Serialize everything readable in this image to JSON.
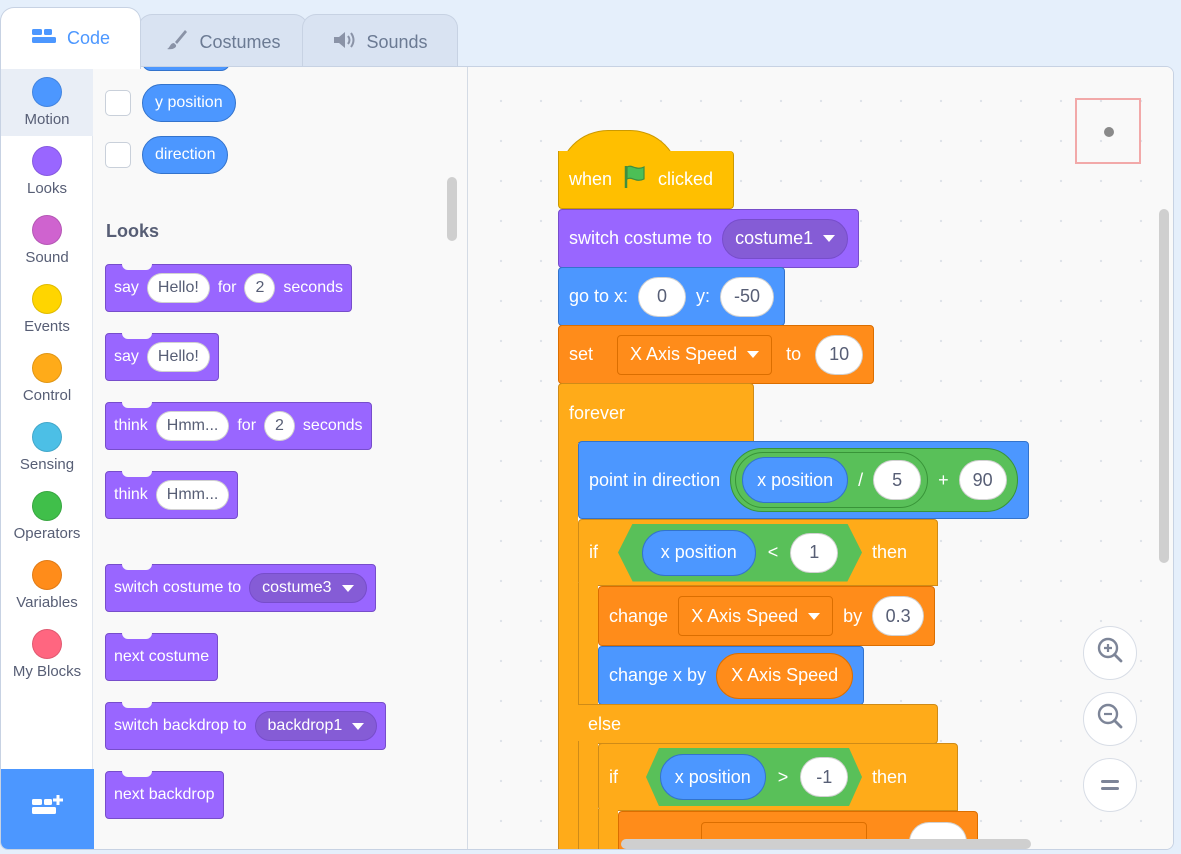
{
  "tabs": [
    {
      "label": "Code",
      "icon": "code-icon"
    },
    {
      "label": "Costumes",
      "icon": "brush-icon"
    },
    {
      "label": "Sounds",
      "icon": "speaker-icon"
    }
  ],
  "categories": [
    {
      "label": "Motion",
      "color": "#4c97ff"
    },
    {
      "label": "Looks",
      "color": "#9966ff"
    },
    {
      "label": "Sound",
      "color": "#cf63cf"
    },
    {
      "label": "Events",
      "color": "#ffd500"
    },
    {
      "label": "Control",
      "color": "#ffab19"
    },
    {
      "label": "Sensing",
      "color": "#4cbfe6"
    },
    {
      "label": "Operators",
      "color": "#40bf4a"
    },
    {
      "label": "Variables",
      "color": "#ff8c1a"
    },
    {
      "label": "My Blocks",
      "color": "#ff6680"
    }
  ],
  "palette": {
    "motion_reporters": [
      "y position",
      "direction"
    ],
    "looks_title": "Looks",
    "say_for": {
      "say": "say",
      "msg": "Hello!",
      "for": "for",
      "secs": "2",
      "seconds": "seconds"
    },
    "say": {
      "say": "say",
      "msg": "Hello!"
    },
    "think_for": {
      "think": "think",
      "msg": "Hmm...",
      "for": "for",
      "secs": "2",
      "seconds": "seconds"
    },
    "think": {
      "think": "think",
      "msg": "Hmm..."
    },
    "switch_costume": {
      "label": "switch costume to",
      "value": "costume3"
    },
    "next_costume": "next costume",
    "switch_backdrop": {
      "label": "switch backdrop to",
      "value": "backdrop1"
    },
    "next_backdrop": "next backdrop"
  },
  "script": {
    "hat": {
      "when": "when",
      "clicked": "clicked"
    },
    "switch_costume": {
      "label": "switch costume to",
      "value": "costume1"
    },
    "goto": {
      "label": "go to x:",
      "x": "0",
      "ylabel": "y:",
      "y": "-50"
    },
    "set": {
      "label": "set",
      "var": "X Axis Speed",
      "to": "to",
      "value": "10"
    },
    "forever": "forever",
    "point": {
      "label": "point in direction",
      "rep": "x position",
      "div": "/",
      "divisor": "5",
      "plus": "+",
      "addend": "90"
    },
    "if1": {
      "if": "if",
      "rep": "x position",
      "op": "<",
      "value": "1",
      "then": "then"
    },
    "change": {
      "label": "change",
      "var": "X Axis Speed",
      "by": "by",
      "value": "0.3"
    },
    "changex": {
      "label": "change x by",
      "rep": "X Axis Speed"
    },
    "else": "else",
    "if2": {
      "if": "if",
      "rep": "x position",
      "op": ">",
      "value": "-1",
      "then": "then"
    }
  },
  "zoom_buttons": [
    "zoom-in",
    "zoom-out",
    "zoom-reset"
  ]
}
